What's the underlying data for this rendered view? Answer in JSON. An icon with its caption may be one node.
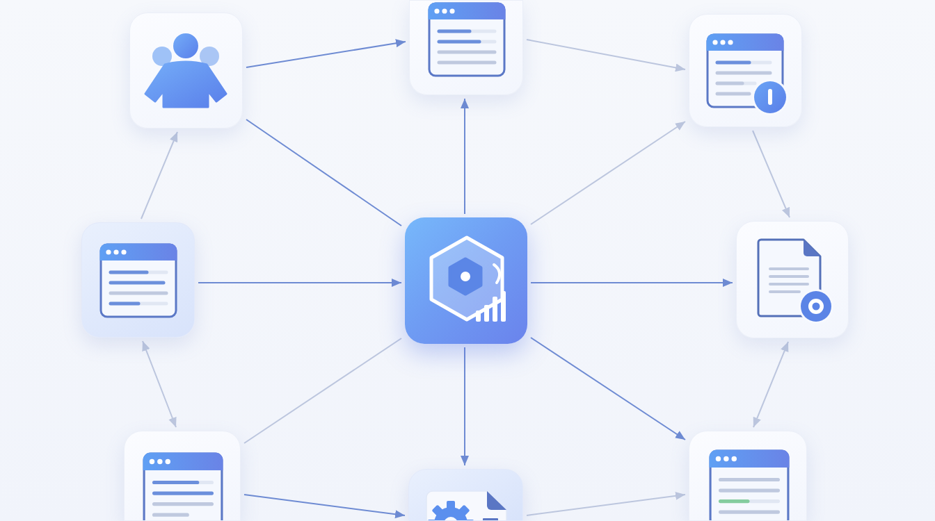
{
  "diagram": {
    "nodes": [
      {
        "text": [],
        "shape": "box"
      },
      {
        "text": [],
        "shape": "box"
      },
      {
        "text": [],
        "shape": "box"
      },
      {
        "text": [],
        "shape": "box"
      },
      {
        "text": [],
        "shape": "box"
      },
      {
        "text": [],
        "shape": "box"
      },
      {
        "text": [],
        "shape": "box"
      },
      {
        "text": [],
        "shape": "box"
      },
      {
        "text": [],
        "shape": "box"
      }
    ],
    "edges": [
      {
        "from": 1,
        "to": 2,
        "arrow": "to"
      },
      {
        "from": 1,
        "to": 0,
        "arrow": "none"
      },
      {
        "from": 0,
        "to": 2,
        "arrow": "to"
      },
      {
        "from": 2,
        "to": 3,
        "arrow": "to",
        "color": "#bcc6de"
      },
      {
        "from": 0,
        "to": 3,
        "arrow": "to",
        "color": "#bcc6de"
      },
      {
        "from": 3,
        "to": 5,
        "arrow": "to",
        "color": "#bcc6de"
      },
      {
        "from": 4,
        "to": 1,
        "arrow": "to",
        "color": "#bcc6de"
      },
      {
        "from": 4,
        "to": 0,
        "arrow": "to"
      },
      {
        "from": 0,
        "to": 5,
        "arrow": "to"
      },
      {
        "from": 4,
        "to": 6,
        "arrow": "both",
        "color": "#bcc6de"
      },
      {
        "from": 6,
        "to": 0,
        "arrow": "none",
        "color": "#bcc6de"
      },
      {
        "from": 0,
        "to": 7,
        "arrow": "to"
      },
      {
        "from": 0,
        "to": 8,
        "arrow": "to"
      },
      {
        "from": 5,
        "to": 8,
        "arrow": "both",
        "color": "#bcc6de"
      },
      {
        "from": 6,
        "to": 7,
        "arrow": "to"
      },
      {
        "from": 7,
        "to": 8,
        "arrow": "to",
        "color": "#bcc6de"
      }
    ]
  }
}
